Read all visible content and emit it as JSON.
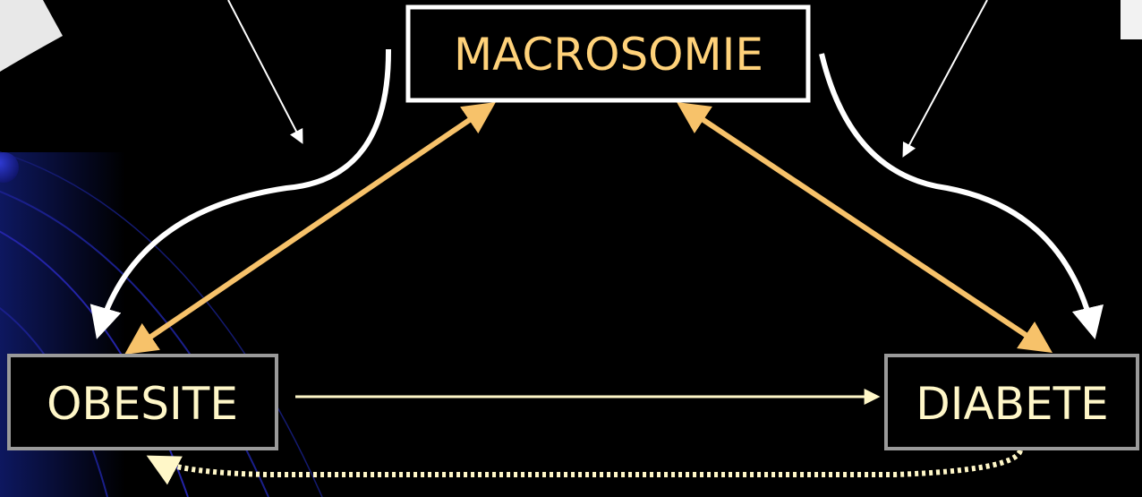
{
  "nodes": {
    "macrosomie": {
      "label": "MACROSOMIE",
      "text_color": "#ffd27a",
      "border_color": "#ffffff"
    },
    "obesite": {
      "label": "OBESITE",
      "text_color": "#fff7c8",
      "border_color": "#9a9a9a"
    },
    "diabete": {
      "label": "DIABETE",
      "text_color": "#fff7c8",
      "border_color": "#9a9a9a"
    }
  },
  "edges": [
    {
      "from": "obesite",
      "to": "macrosomie",
      "style": "solid",
      "direction": "both",
      "color": "#f7c26a"
    },
    {
      "from": "macrosomie",
      "to": "diabete",
      "style": "solid",
      "direction": "both",
      "color": "#f7c26a"
    },
    {
      "from": "obesite",
      "to": "diabete",
      "style": "solid",
      "direction": "forward",
      "color": "#fff7c8"
    },
    {
      "from": "diabete",
      "to": "obesite",
      "style": "dotted",
      "direction": "forward",
      "color": "#fff7c8"
    }
  ],
  "colors": {
    "background": "#000000",
    "accent": "#f7c26a",
    "pale": "#fff7c8",
    "white": "#ffffff",
    "decor_blue": "#1a1f8a"
  }
}
